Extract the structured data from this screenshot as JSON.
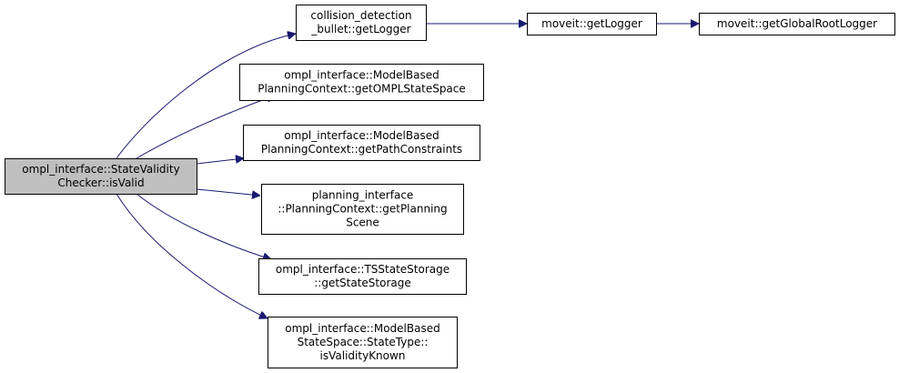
{
  "colors": {
    "edge": "#191970",
    "node_fill": "#ffffff",
    "root_fill": "#bfbfbf",
    "border": "#000000",
    "text": "#000000"
  },
  "nodes": [
    {
      "id": "isValid",
      "root": true,
      "lines": [
        "ompl_interface::StateValidity",
        "Checker::isValid"
      ]
    },
    {
      "id": "cd_getLogger",
      "lines": [
        "collision_detection",
        "_bullet::getLogger"
      ]
    },
    {
      "id": "moveit_getLogger",
      "lines": [
        "moveit::getLogger"
      ]
    },
    {
      "id": "moveit_getGlobalRootLogger",
      "lines": [
        "moveit::getGlobalRootLogger"
      ]
    },
    {
      "id": "getOMPLStateSpace",
      "lines": [
        "ompl_interface::ModelBased",
        "PlanningContext::getOMPLStateSpace"
      ]
    },
    {
      "id": "getPathConstraints",
      "lines": [
        "ompl_interface::ModelBased",
        "PlanningContext::getPathConstraints"
      ]
    },
    {
      "id": "getPlanningScene",
      "lines": [
        "planning_interface",
        "::PlanningContext::getPlanning",
        "Scene"
      ]
    },
    {
      "id": "getStateStorage",
      "lines": [
        "ompl_interface::TSStateStorage",
        "::getStateStorage"
      ]
    },
    {
      "id": "isValidityKnown",
      "lines": [
        "ompl_interface::ModelBased",
        "StateSpace::StateType::",
        "isValidityKnown"
      ]
    }
  ],
  "edges": [
    {
      "from": "isValid",
      "to": "cd_getLogger"
    },
    {
      "from": "isValid",
      "to": "getOMPLStateSpace"
    },
    {
      "from": "isValid",
      "to": "getPathConstraints"
    },
    {
      "from": "isValid",
      "to": "getPlanningScene"
    },
    {
      "from": "isValid",
      "to": "getStateStorage"
    },
    {
      "from": "isValid",
      "to": "isValidityKnown"
    },
    {
      "from": "cd_getLogger",
      "to": "moveit_getLogger"
    },
    {
      "from": "moveit_getLogger",
      "to": "moveit_getGlobalRootLogger"
    }
  ]
}
